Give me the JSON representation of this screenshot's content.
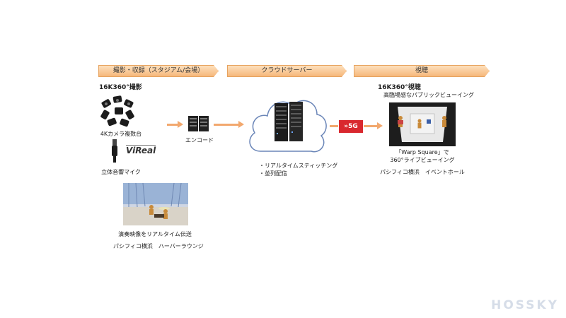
{
  "stages": {
    "capture": "撮影・収録（スタジアム/会場）",
    "cloud": "クラウドサーバー",
    "viewing": "視聴"
  },
  "capture": {
    "heading": "16K360°撮影",
    "camera_label": "4Kカメラ複数台",
    "vireal_logo": "ViReal",
    "mic_label": "立体音響マイク",
    "photo_caption": "演奏映像をリアルタイム伝送",
    "venue": "パシフィコ横浜　ハーバーラウンジ"
  },
  "encode": {
    "label": "エンコード"
  },
  "cloud": {
    "lines": [
      "・リアルタイムスティッチング",
      "・並列配信"
    ]
  },
  "network": {
    "badge": "»5G"
  },
  "viewing": {
    "heading": "16K360°視聴",
    "subheading": "高臨場感なパブリックビューイング",
    "caption1": "「Warp Square」で",
    "caption2": "360°ライブビューイング",
    "venue": "パシフィコ横浜　イベントホール"
  },
  "watermark": "HOSSKY",
  "colors": {
    "arrow": "#f2a86e",
    "banner": "#f6b77b",
    "badge": "#d9282e"
  }
}
